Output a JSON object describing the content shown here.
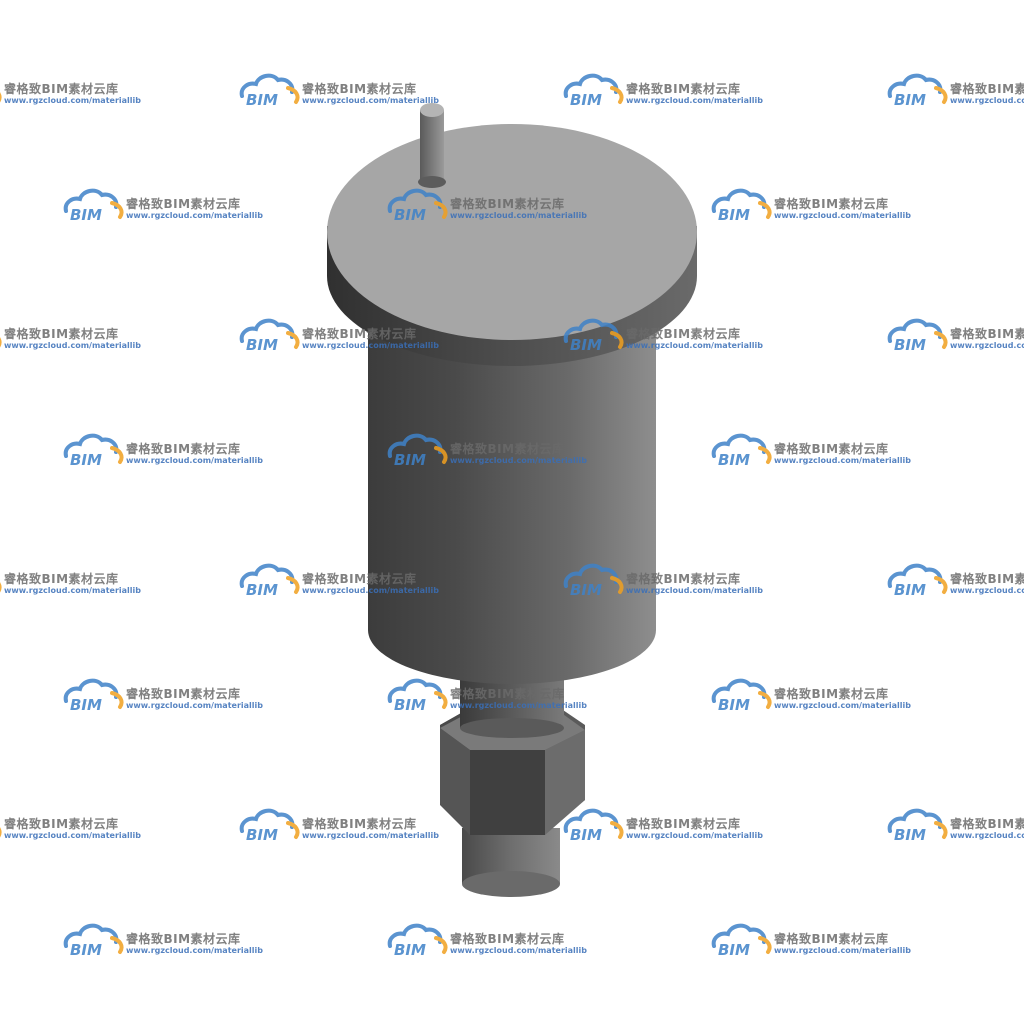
{
  "watermark": {
    "logo_text": "BIM",
    "title": "睿格致BIM素材云库",
    "url": "www.rgzcloud.com/materiallib",
    "logo_blue": "#3f82c8",
    "logo_orange": "#f0a020",
    "title_color": "#6a6a6a",
    "url_color": "#3a6fb8"
  },
  "model": {
    "description_icon": "air-vent-valve-3d-model",
    "body_color": "#5c5c5c",
    "cap_color": "#a6a6a6",
    "fitting_color": "#6e6e6e"
  }
}
